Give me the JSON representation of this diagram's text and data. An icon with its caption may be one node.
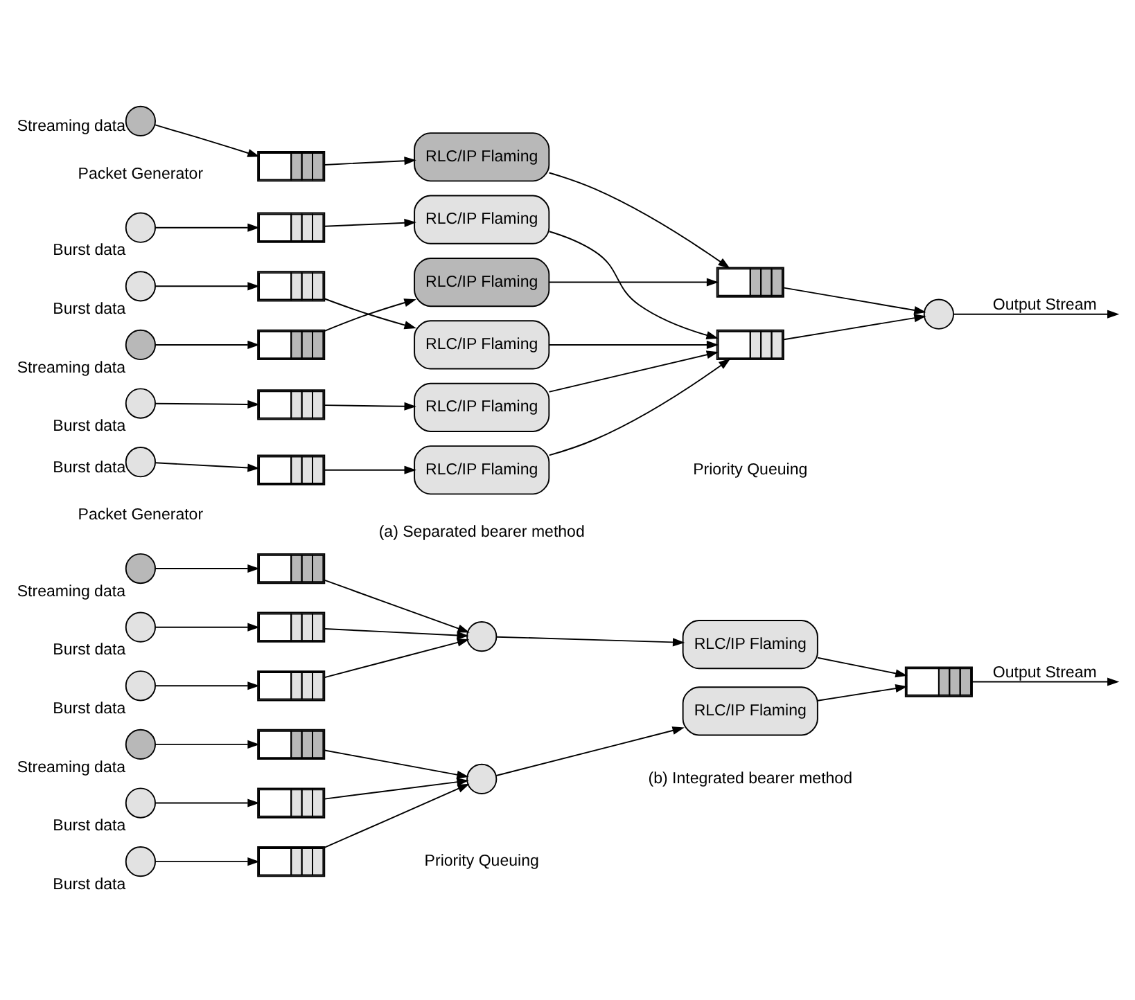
{
  "diagram": {
    "nodes": [
      {
        "text": [],
        "shape": "circle",
        "beside": [
          "Streaming data"
        ]
      },
      {
        "text": [],
        "shape": "circle",
        "beside": [
          "Burst data"
        ]
      },
      {
        "text": [],
        "shape": "circle",
        "beside": [
          "Burst data"
        ]
      },
      {
        "text": [],
        "shape": "circle",
        "beside": [
          "Streaming data"
        ]
      },
      {
        "text": [],
        "shape": "circle",
        "beside": [
          "Burst data"
        ]
      },
      {
        "text": [],
        "shape": "circle",
        "beside": [
          "Burst data"
        ]
      },
      {
        "text": [],
        "shape": "box"
      },
      {
        "text": [],
        "shape": "box"
      },
      {
        "text": [],
        "shape": "box"
      },
      {
        "text": [],
        "shape": "box"
      },
      {
        "text": [],
        "shape": "box"
      },
      {
        "text": [],
        "shape": "box"
      },
      {
        "text": [
          "RLC/IP Flaming"
        ]
      },
      {
        "text": [
          "RLC/IP Flaming"
        ]
      },
      {
        "text": [
          "RLC/IP Flaming"
        ]
      },
      {
        "text": [
          "RLC/IP Flaming"
        ]
      },
      {
        "text": [
          "RLC/IP Flaming"
        ]
      },
      {
        "text": [
          "RLC/IP Flaming"
        ]
      },
      {
        "text": [],
        "shape": "box"
      },
      {
        "text": [],
        "shape": "box"
      },
      {
        "text": [],
        "shape": "circle"
      },
      {
        "text": [],
        "shape": "circle",
        "beside": [
          "Streaming data"
        ]
      },
      {
        "text": [],
        "shape": "circle",
        "beside": [
          "Burst data"
        ]
      },
      {
        "text": [],
        "shape": "circle",
        "beside": [
          "Burst data"
        ]
      },
      {
        "text": [],
        "shape": "circle",
        "beside": [
          "Streaming data"
        ]
      },
      {
        "text": [],
        "shape": "circle",
        "beside": [
          "Burst data"
        ]
      },
      {
        "text": [],
        "shape": "circle",
        "beside": [
          "Burst data"
        ]
      },
      {
        "text": [],
        "shape": "box"
      },
      {
        "text": [],
        "shape": "box"
      },
      {
        "text": [],
        "shape": "box"
      },
      {
        "text": [],
        "shape": "box"
      },
      {
        "text": [],
        "shape": "box"
      },
      {
        "text": [],
        "shape": "box"
      },
      {
        "text": [],
        "shape": "circle"
      },
      {
        "text": [],
        "shape": "circle"
      },
      {
        "text": [
          "RLC/IP Flaming"
        ]
      },
      {
        "text": [
          "RLC/IP Flaming"
        ]
      },
      {
        "text": [],
        "shape": "box"
      }
    ],
    "edges": [
      {
        "from": 0,
        "to": 6,
        "arrow": "to"
      },
      {
        "from": 1,
        "to": 7,
        "arrow": "to"
      },
      {
        "from": 2,
        "to": 8,
        "arrow": "to"
      },
      {
        "from": 3,
        "to": 9,
        "arrow": "to"
      },
      {
        "from": 4,
        "to": 10,
        "arrow": "to"
      },
      {
        "from": 5,
        "to": 11,
        "arrow": "to"
      },
      {
        "from": 6,
        "to": 12,
        "arrow": "to"
      },
      {
        "from": 7,
        "to": 13,
        "arrow": "to"
      },
      {
        "from": 8,
        "to": 14,
        "arrow": "to"
      },
      {
        "from": 9,
        "to": 15,
        "arrow": "to"
      },
      {
        "from": 10,
        "to": 16,
        "arrow": "to"
      },
      {
        "from": 11,
        "to": 17,
        "arrow": "to"
      },
      {
        "from": 12,
        "to": 18,
        "arrow": "to"
      },
      {
        "from": 13,
        "to": 19,
        "arrow": "to"
      },
      {
        "from": 14,
        "to": 19,
        "arrow": "to"
      },
      {
        "from": 15,
        "to": 18,
        "arrow": "to"
      },
      {
        "from": 16,
        "to": 19,
        "arrow": "to"
      },
      {
        "from": 17,
        "to": 19,
        "arrow": "to"
      },
      {
        "from": 18,
        "to": 20,
        "arrow": "to"
      },
      {
        "from": 19,
        "to": 20,
        "arrow": "to"
      },
      {
        "from": 20,
        "to": null,
        "arrow": "to",
        "label": "Output Stream"
      },
      {
        "from": 21,
        "to": 27,
        "arrow": "to"
      },
      {
        "from": 22,
        "to": 28,
        "arrow": "to"
      },
      {
        "from": 23,
        "to": 29,
        "arrow": "to"
      },
      {
        "from": 24,
        "to": 30,
        "arrow": "to"
      },
      {
        "from": 25,
        "to": 31,
        "arrow": "to"
      },
      {
        "from": 26,
        "to": 32,
        "arrow": "to"
      },
      {
        "from": 27,
        "to": 33,
        "arrow": "to"
      },
      {
        "from": 28,
        "to": 33,
        "arrow": "to"
      },
      {
        "from": 29,
        "to": 33,
        "arrow": "to"
      },
      {
        "from": 30,
        "to": 34,
        "arrow": "to"
      },
      {
        "from": 31,
        "to": 34,
        "arrow": "to"
      },
      {
        "from": 32,
        "to": 34,
        "arrow": "to"
      },
      {
        "from": 33,
        "to": 35,
        "arrow": "to"
      },
      {
        "from": 34,
        "to": 36,
        "arrow": "to"
      },
      {
        "from": 35,
        "to": 37,
        "arrow": "to"
      },
      {
        "from": 36,
        "to": 37,
        "arrow": "to"
      },
      {
        "from": 37,
        "to": null,
        "arrow": "to",
        "label": "Output Stream"
      }
    ],
    "labels": [
      "Packet Generator",
      "Priority Queuing",
      "(a) Separated bearer method",
      "Packet Generator",
      "Priority Queuing",
      "(b) Integrated bearer method"
    ]
  }
}
